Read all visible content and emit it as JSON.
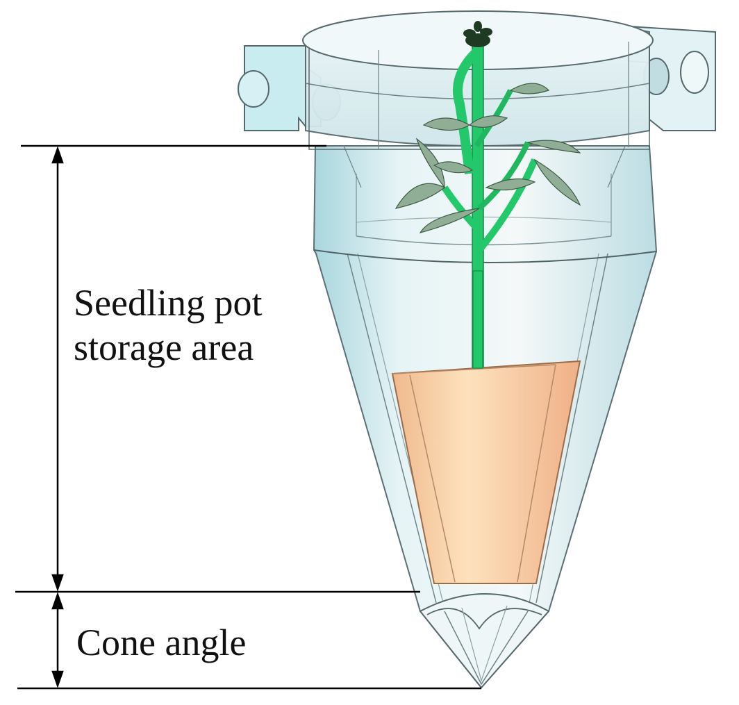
{
  "labels": {
    "storage_line1": "Seedling pot",
    "storage_line2": "storage area",
    "cone": "Cone angle"
  },
  "colors": {
    "dimension_line": "#000000",
    "shell_fill": "#cfe9ee",
    "shell_stroke": "#5c6f74",
    "plant": "#22c86a",
    "pot": "#f5c79a"
  }
}
